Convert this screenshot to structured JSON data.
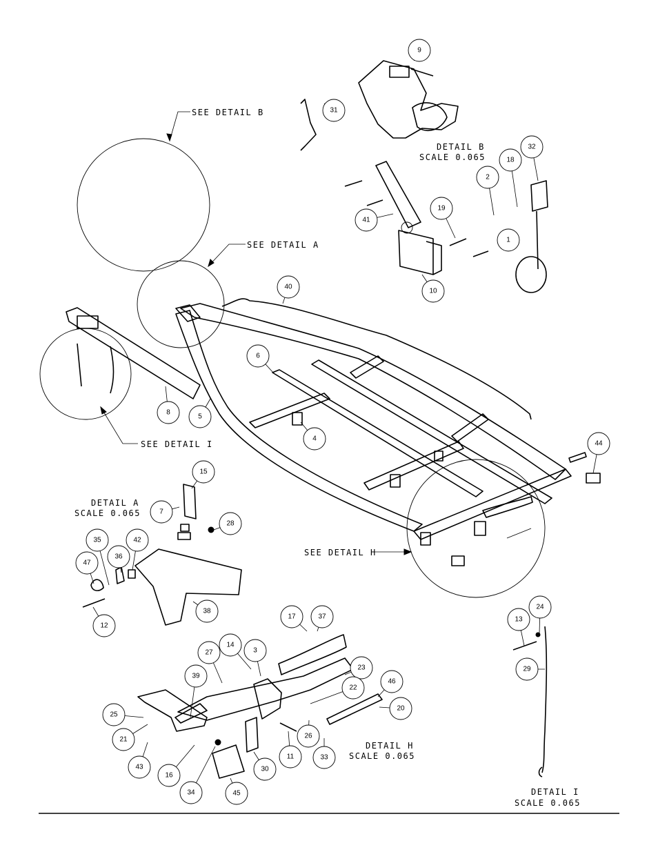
{
  "labels": {
    "see_detail_b": "SEE DETAIL  B",
    "see_detail_a": "SEE DETAIL  A",
    "see_detail_i": "SEE DETAIL  I",
    "see_detail_h": "SEE DETAIL  H",
    "detail_b_title": "DETAIL  B",
    "detail_b_scale": "SCALE  0.065",
    "detail_a_title": "DETAIL  A",
    "detail_a_scale": "SCALE  0.065",
    "detail_h_title": "DETAIL  H",
    "detail_h_scale": "SCALE  0.065",
    "detail_i_title": "DETAIL  I",
    "detail_i_scale": "SCALE  0.065"
  },
  "balloons": [
    "9",
    "31",
    "18",
    "32",
    "2",
    "19",
    "41",
    "1",
    "10",
    "40",
    "6",
    "8",
    "5",
    "4",
    "44",
    "15",
    "7",
    "28",
    "35",
    "42",
    "36",
    "47",
    "12",
    "38",
    "17",
    "37",
    "14",
    "3",
    "27",
    "23",
    "22",
    "39",
    "46",
    "20",
    "25",
    "26",
    "21",
    "11",
    "33",
    "43",
    "16",
    "34",
    "30",
    "45",
    "13",
    "24",
    "29"
  ]
}
